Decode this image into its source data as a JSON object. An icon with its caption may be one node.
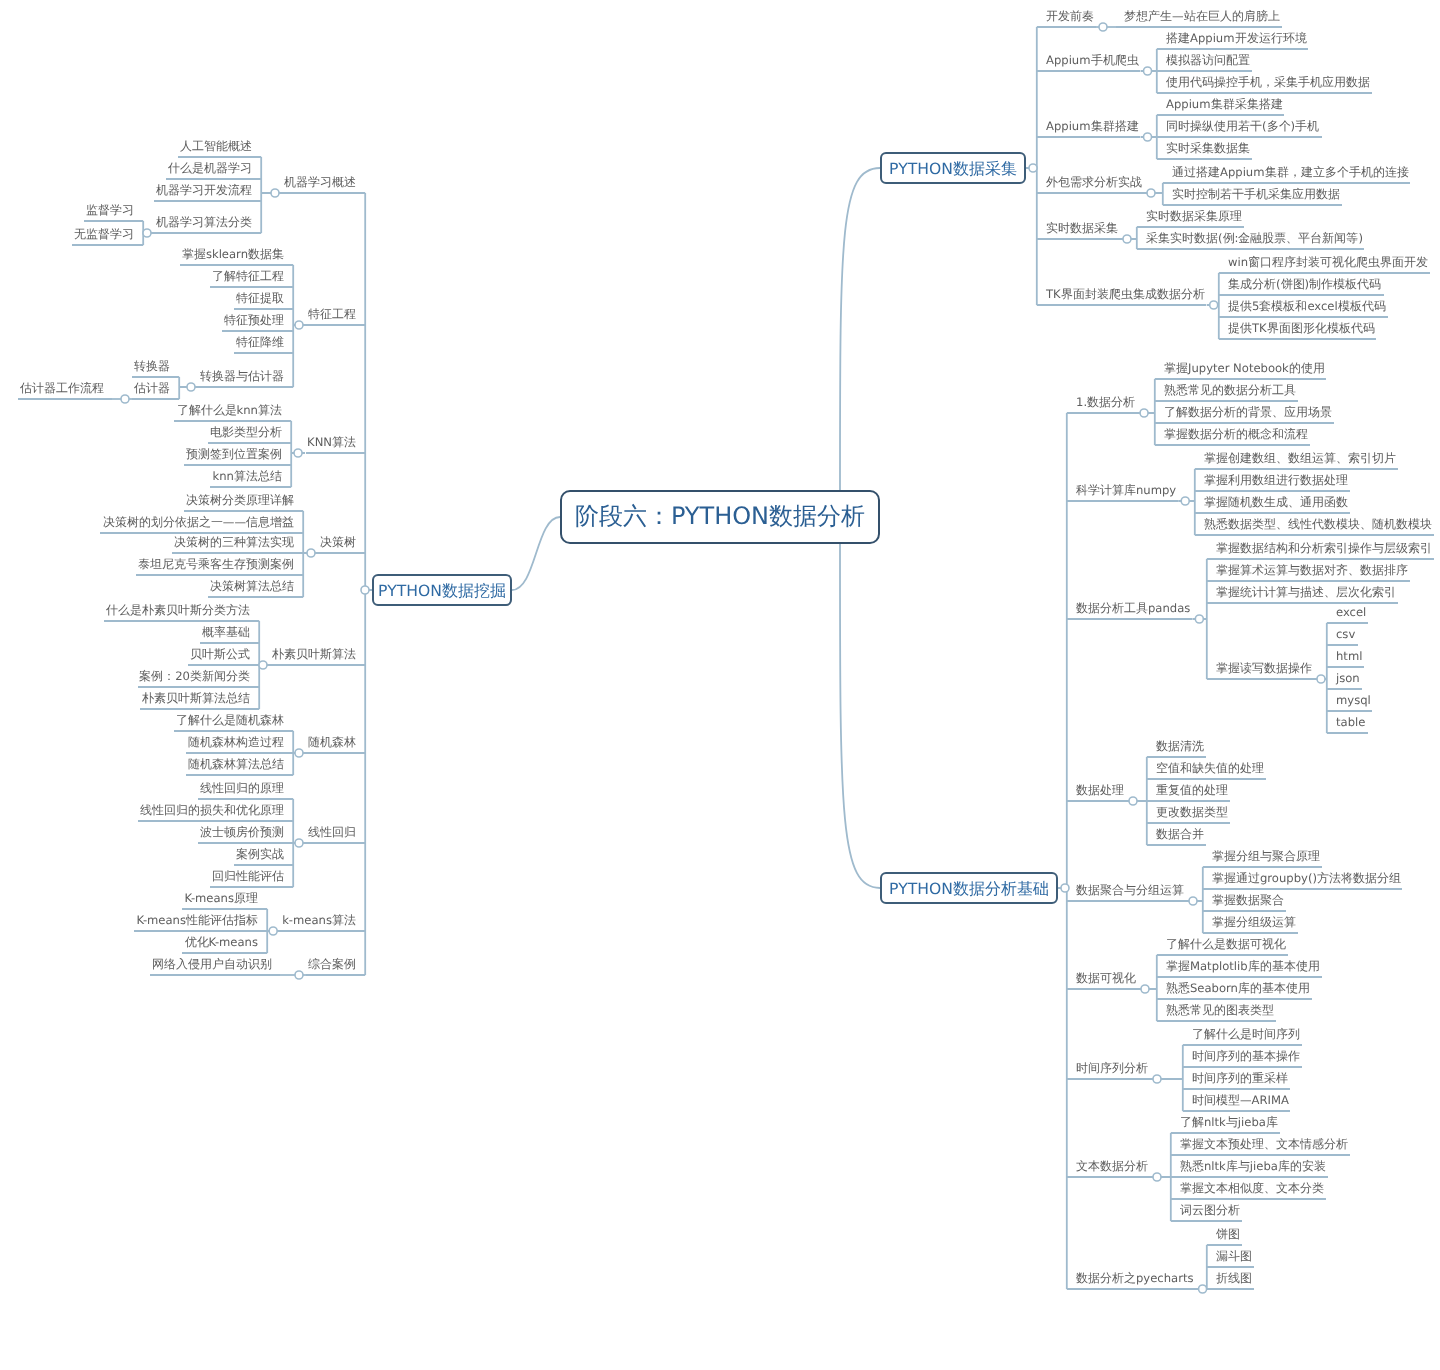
{
  "diagram": {
    "nodes": [
      {
        "text": [
          "阶段六：PYTHON数据分析"
        ]
      },
      {
        "text": [
          "PYTHON数据采集"
        ]
      },
      {
        "text": [
          "开发前奏"
        ]
      },
      {
        "text": [
          "梦想产生—站在巨人的肩膀上"
        ]
      },
      {
        "text": [
          "Appium手机爬虫"
        ]
      },
      {
        "text": [
          "搭建Appium开发运行环境"
        ]
      },
      {
        "text": [
          "模拟器访问配置"
        ]
      },
      {
        "text": [
          "使用代码操控手机，采集手机应用数据"
        ]
      },
      {
        "text": [
          "Appium集群搭建"
        ]
      },
      {
        "text": [
          "Appium集群采集搭建"
        ]
      },
      {
        "text": [
          "同时操纵使用若干(多个)手机"
        ]
      },
      {
        "text": [
          "实时采集数据集"
        ]
      },
      {
        "text": [
          "外包需求分析实战"
        ]
      },
      {
        "text": [
          "通过搭建Appium集群，建立多个手机的连接"
        ]
      },
      {
        "text": [
          "实时控制若干手机采集应用数据"
        ]
      },
      {
        "text": [
          "实时数据采集"
        ]
      },
      {
        "text": [
          "实时数据采集原理"
        ]
      },
      {
        "text": [
          "采集实时数据(例:金融股票、平台新闻等)"
        ]
      },
      {
        "text": [
          "TK界面封装爬虫集成数据分析"
        ]
      },
      {
        "text": [
          "win窗口程序封装可视化爬虫界面开发"
        ]
      },
      {
        "text": [
          "集成分析(饼图)制作模板代码"
        ]
      },
      {
        "text": [
          "提供5套模板和excel模板代码"
        ]
      },
      {
        "text": [
          "提供TK界面图形化模板代码"
        ]
      },
      {
        "text": [
          "PYTHON数据分析基础"
        ]
      },
      {
        "text": [
          "1.数据分析"
        ]
      },
      {
        "text": [
          "掌握Jupyter Notebook的使用"
        ]
      },
      {
        "text": [
          "熟悉常见的数据分析工具"
        ]
      },
      {
        "text": [
          "了解数据分析的背景、应用场景"
        ]
      },
      {
        "text": [
          "掌握数据分析的概念和流程"
        ]
      },
      {
        "text": [
          "科学计算库numpy"
        ]
      },
      {
        "text": [
          "掌握创建数组、数组运算、索引切片"
        ]
      },
      {
        "text": [
          "掌握利用数组进行数据处理"
        ]
      },
      {
        "text": [
          "掌握随机数生成、通用函数"
        ]
      },
      {
        "text": [
          "熟悉数据类型、线性代数模块、随机数模块"
        ]
      },
      {
        "text": [
          "数据分析工具pandas"
        ]
      },
      {
        "text": [
          "掌握数据结构和分析索引操作与层级索引"
        ]
      },
      {
        "text": [
          "掌握算术运算与数据对齐、数据排序"
        ]
      },
      {
        "text": [
          "掌握统计计算与描述、层次化索引"
        ]
      },
      {
        "text": [
          "掌握读写数据操作"
        ]
      },
      {
        "text": [
          "excel"
        ]
      },
      {
        "text": [
          "csv"
        ]
      },
      {
        "text": [
          "html"
        ]
      },
      {
        "text": [
          "json"
        ]
      },
      {
        "text": [
          "mysql"
        ]
      },
      {
        "text": [
          "table"
        ]
      },
      {
        "text": [
          "数据处理"
        ]
      },
      {
        "text": [
          "数据清洗"
        ]
      },
      {
        "text": [
          "空值和缺失值的处理"
        ]
      },
      {
        "text": [
          "重复值的处理"
        ]
      },
      {
        "text": [
          "更改数据类型"
        ]
      },
      {
        "text": [
          "数据合并"
        ]
      },
      {
        "text": [
          "数据聚合与分组运算"
        ]
      },
      {
        "text": [
          "掌握分组与聚合原理"
        ]
      },
      {
        "text": [
          "掌握通过groupby()方法将数据分组"
        ]
      },
      {
        "text": [
          "掌握数据聚合"
        ]
      },
      {
        "text": [
          "掌握分组级运算"
        ]
      },
      {
        "text": [
          "数据可视化"
        ]
      },
      {
        "text": [
          "了解什么是数据可视化"
        ]
      },
      {
        "text": [
          "掌握Matplotlib库的基本使用"
        ]
      },
      {
        "text": [
          "熟悉Seaborn库的基本使用"
        ]
      },
      {
        "text": [
          "熟悉常见的图表类型"
        ]
      },
      {
        "text": [
          "时间序列分析"
        ]
      },
      {
        "text": [
          "了解什么是时间序列"
        ]
      },
      {
        "text": [
          "时间序列的基本操作"
        ]
      },
      {
        "text": [
          "时间序列的重采样"
        ]
      },
      {
        "text": [
          "时间模型—ARIMA"
        ]
      },
      {
        "text": [
          "文本数据分析"
        ]
      },
      {
        "text": [
          "了解nltk与jieba库"
        ]
      },
      {
        "text": [
          "掌握文本预处理、文本情感分析"
        ]
      },
      {
        "text": [
          "熟悉nltk库与jieba库的安装"
        ]
      },
      {
        "text": [
          "掌握文本相似度、文本分类"
        ]
      },
      {
        "text": [
          "词云图分析"
        ]
      },
      {
        "text": [
          "数据分析之pyecharts"
        ]
      },
      {
        "text": [
          "饼图"
        ]
      },
      {
        "text": [
          "漏斗图"
        ]
      },
      {
        "text": [
          "折线图"
        ]
      },
      {
        "text": [
          "PYTHON数据挖掘"
        ]
      },
      {
        "text": [
          "机器学习概述"
        ]
      },
      {
        "text": [
          "人工智能概述"
        ]
      },
      {
        "text": [
          "什么是机器学习"
        ]
      },
      {
        "text": [
          "机器学习开发流程"
        ]
      },
      {
        "text": [
          "机器学习算法分类"
        ]
      },
      {
        "text": [
          "监督学习"
        ]
      },
      {
        "text": [
          "无监督学习"
        ]
      },
      {
        "text": [
          "特征工程"
        ]
      },
      {
        "text": [
          "掌握sklearn数据集"
        ]
      },
      {
        "text": [
          "了解特征工程"
        ]
      },
      {
        "text": [
          "特征提取"
        ]
      },
      {
        "text": [
          "特征预处理"
        ]
      },
      {
        "text": [
          "特征降维"
        ]
      },
      {
        "text": [
          "转换器与估计器"
        ]
      },
      {
        "text": [
          "转换器"
        ]
      },
      {
        "text": [
          "估计器"
        ]
      },
      {
        "text": [
          "估计器工作流程"
        ]
      },
      {
        "text": [
          "KNN算法"
        ]
      },
      {
        "text": [
          "了解什么是knn算法"
        ]
      },
      {
        "text": [
          "电影类型分析"
        ]
      },
      {
        "text": [
          "预测签到位置案例"
        ]
      },
      {
        "text": [
          "knn算法总结"
        ]
      },
      {
        "text": [
          "决策树"
        ]
      },
      {
        "text": [
          "决策树分类原理详解"
        ]
      },
      {
        "text": [
          "决策树的划分依据之一——信息增益"
        ]
      },
      {
        "text": [
          "决策树的三种算法实现"
        ]
      },
      {
        "text": [
          "泰坦尼克号乘客生存预测案例"
        ]
      },
      {
        "text": [
          "决策树算法总结"
        ]
      },
      {
        "text": [
          "朴素贝叶斯算法"
        ]
      },
      {
        "text": [
          "什么是朴素贝叶斯分类方法"
        ]
      },
      {
        "text": [
          "概率基础"
        ]
      },
      {
        "text": [
          "贝叶斯公式"
        ]
      },
      {
        "text": [
          "案例：20类新闻分类"
        ]
      },
      {
        "text": [
          "朴素贝叶斯算法总结"
        ]
      },
      {
        "text": [
          "随机森林"
        ]
      },
      {
        "text": [
          "了解什么是随机森林"
        ]
      },
      {
        "text": [
          "随机森林构造过程"
        ]
      },
      {
        "text": [
          "随机森林算法总结"
        ]
      },
      {
        "text": [
          "线性回归"
        ]
      },
      {
        "text": [
          "线性回归的原理"
        ]
      },
      {
        "text": [
          "线性回归的损失和优化原理"
        ]
      },
      {
        "text": [
          "波士顿房价预测"
        ]
      },
      {
        "text": [
          "案例实战"
        ]
      },
      {
        "text": [
          "回归性能评估"
        ]
      },
      {
        "text": [
          "k-means算法"
        ]
      },
      {
        "text": [
          "K-means原理"
        ]
      },
      {
        "text": [
          "K-means性能评估指标"
        ]
      },
      {
        "text": [
          "优化K-means"
        ]
      },
      {
        "text": [
          "综合案例"
        ]
      },
      {
        "text": [
          "网络入侵用户自动识别"
        ]
      }
    ],
    "edges": [
      {
        "from": 0,
        "to": 1,
        "arrow": "none"
      },
      {
        "from": 1,
        "to": 2,
        "arrow": "other"
      },
      {
        "from": 2,
        "to": 3,
        "arrow": "other"
      },
      {
        "from": 1,
        "to": 4,
        "arrow": "other"
      },
      {
        "from": 4,
        "to": 5,
        "arrow": "other"
      },
      {
        "from": 4,
        "to": 6,
        "arrow": "other"
      },
      {
        "from": 4,
        "to": 7,
        "arrow": "other"
      },
      {
        "from": 1,
        "to": 8,
        "arrow": "other"
      },
      {
        "from": 8,
        "to": 9,
        "arrow": "other"
      },
      {
        "from": 8,
        "to": 10,
        "arrow": "other"
      },
      {
        "from": 8,
        "to": 11,
        "arrow": "other"
      },
      {
        "from": 1,
        "to": 12,
        "arrow": "other"
      },
      {
        "from": 12,
        "to": 13,
        "arrow": "other"
      },
      {
        "from": 12,
        "to": 14,
        "arrow": "other"
      },
      {
        "from": 1,
        "to": 15,
        "arrow": "other"
      },
      {
        "from": 15,
        "to": 16,
        "arrow": "other"
      },
      {
        "from": 15,
        "to": 17,
        "arrow": "other"
      },
      {
        "from": 1,
        "to": 18,
        "arrow": "other"
      },
      {
        "from": 18,
        "to": 19,
        "arrow": "other"
      },
      {
        "from": 18,
        "to": 20,
        "arrow": "other"
      },
      {
        "from": 18,
        "to": 21,
        "arrow": "other"
      },
      {
        "from": 18,
        "to": 22,
        "arrow": "other"
      },
      {
        "from": 0,
        "to": 23,
        "arrow": "none"
      },
      {
        "from": 23,
        "to": 24,
        "arrow": "other"
      },
      {
        "from": 24,
        "to": 25,
        "arrow": "other"
      },
      {
        "from": 24,
        "to": 26,
        "arrow": "other"
      },
      {
        "from": 24,
        "to": 27,
        "arrow": "other"
      },
      {
        "from": 24,
        "to": 28,
        "arrow": "other"
      },
      {
        "from": 23,
        "to": 29,
        "arrow": "other"
      },
      {
        "from": 29,
        "to": 30,
        "arrow": "other"
      },
      {
        "from": 29,
        "to": 31,
        "arrow": "other"
      },
      {
        "from": 29,
        "to": 32,
        "arrow": "other"
      },
      {
        "from": 29,
        "to": 33,
        "arrow": "other"
      },
      {
        "from": 23,
        "to": 34,
        "arrow": "other"
      },
      {
        "from": 34,
        "to": 35,
        "arrow": "other"
      },
      {
        "from": 34,
        "to": 36,
        "arrow": "other"
      },
      {
        "from": 34,
        "to": 37,
        "arrow": "other"
      },
      {
        "from": 34,
        "to": 38,
        "arrow": "other"
      },
      {
        "from": 38,
        "to": 39,
        "arrow": "other"
      },
      {
        "from": 38,
        "to": 40,
        "arrow": "other"
      },
      {
        "from": 38,
        "to": 41,
        "arrow": "other"
      },
      {
        "from": 38,
        "to": 42,
        "arrow": "other"
      },
      {
        "from": 38,
        "to": 43,
        "arrow": "other"
      },
      {
        "from": 38,
        "to": 44,
        "arrow": "other"
      },
      {
        "from": 23,
        "to": 45,
        "arrow": "other"
      },
      {
        "from": 45,
        "to": 46,
        "arrow": "other"
      },
      {
        "from": 45,
        "to": 47,
        "arrow": "other"
      },
      {
        "from": 45,
        "to": 48,
        "arrow": "other"
      },
      {
        "from": 45,
        "to": 49,
        "arrow": "other"
      },
      {
        "from": 45,
        "to": 50,
        "arrow": "other"
      },
      {
        "from": 23,
        "to": 51,
        "arrow": "other"
      },
      {
        "from": 51,
        "to": 52,
        "arrow": "other"
      },
      {
        "from": 51,
        "to": 53,
        "arrow": "other"
      },
      {
        "from": 51,
        "to": 54,
        "arrow": "other"
      },
      {
        "from": 51,
        "to": 55,
        "arrow": "other"
      },
      {
        "from": 23,
        "to": 56,
        "arrow": "other"
      },
      {
        "from": 56,
        "to": 57,
        "arrow": "other"
      },
      {
        "from": 56,
        "to": 58,
        "arrow": "other"
      },
      {
        "from": 56,
        "to": 59,
        "arrow": "other"
      },
      {
        "from": 56,
        "to": 60,
        "arrow": "other"
      },
      {
        "from": 23,
        "to": 61,
        "arrow": "other"
      },
      {
        "from": 61,
        "to": 62,
        "arrow": "other"
      },
      {
        "from": 61,
        "to": 63,
        "arrow": "other"
      },
      {
        "from": 61,
        "to": 64,
        "arrow": "other"
      },
      {
        "from": 61,
        "to": 65,
        "arrow": "other"
      },
      {
        "from": 23,
        "to": 66,
        "arrow": "other"
      },
      {
        "from": 66,
        "to": 67,
        "arrow": "other"
      },
      {
        "from": 66,
        "to": 68,
        "arrow": "other"
      },
      {
        "from": 66,
        "to": 69,
        "arrow": "other"
      },
      {
        "from": 66,
        "to": 70,
        "arrow": "other"
      },
      {
        "from": 66,
        "to": 71,
        "arrow": "other"
      },
      {
        "from": 23,
        "to": 72,
        "arrow": "other"
      },
      {
        "from": 72,
        "to": 73,
        "arrow": "other"
      },
      {
        "from": 72,
        "to": 74,
        "arrow": "other"
      },
      {
        "from": 72,
        "to": 75,
        "arrow": "other"
      },
      {
        "from": 0,
        "to": 76,
        "arrow": "none"
      },
      {
        "from": 76,
        "to": 77,
        "arrow": "other"
      },
      {
        "from": 77,
        "to": 78,
        "arrow": "other"
      },
      {
        "from": 77,
        "to": 79,
        "arrow": "other"
      },
      {
        "from": 77,
        "to": 80,
        "arrow": "other"
      },
      {
        "from": 77,
        "to": 81,
        "arrow": "other"
      },
      {
        "from": 81,
        "to": 82,
        "arrow": "other"
      },
      {
        "from": 81,
        "to": 83,
        "arrow": "other"
      },
      {
        "from": 76,
        "to": 84,
        "arrow": "other"
      },
      {
        "from": 84,
        "to": 85,
        "arrow": "other"
      },
      {
        "from": 84,
        "to": 86,
        "arrow": "other"
      },
      {
        "from": 84,
        "to": 87,
        "arrow": "other"
      },
      {
        "from": 84,
        "to": 88,
        "arrow": "other"
      },
      {
        "from": 84,
        "to": 89,
        "arrow": "other"
      },
      {
        "from": 84,
        "to": 90,
        "arrow": "other"
      },
      {
        "from": 90,
        "to": 91,
        "arrow": "other"
      },
      {
        "from": 90,
        "to": 92,
        "arrow": "other"
      },
      {
        "from": 92,
        "to": 93,
        "arrow": "other"
      },
      {
        "from": 76,
        "to": 94,
        "arrow": "other"
      },
      {
        "from": 94,
        "to": 95,
        "arrow": "other"
      },
      {
        "from": 94,
        "to": 96,
        "arrow": "other"
      },
      {
        "from": 94,
        "to": 97,
        "arrow": "other"
      },
      {
        "from": 94,
        "to": 98,
        "arrow": "other"
      },
      {
        "from": 76,
        "to": 99,
        "arrow": "other"
      },
      {
        "from": 99,
        "to": 100,
        "arrow": "other"
      },
      {
        "from": 99,
        "to": 101,
        "arrow": "other"
      },
      {
        "from": 99,
        "to": 102,
        "arrow": "other"
      },
      {
        "from": 99,
        "to": 103,
        "arrow": "other"
      },
      {
        "from": 99,
        "to": 104,
        "arrow": "other"
      },
      {
        "from": 76,
        "to": 105,
        "arrow": "other"
      },
      {
        "from": 105,
        "to": 106,
        "arrow": "other"
      },
      {
        "from": 105,
        "to": 107,
        "arrow": "other"
      },
      {
        "from": 105,
        "to": 108,
        "arrow": "other"
      },
      {
        "from": 105,
        "to": 109,
        "arrow": "other"
      },
      {
        "from": 105,
        "to": 110,
        "arrow": "other"
      },
      {
        "from": 76,
        "to": 111,
        "arrow": "other"
      },
      {
        "from": 111,
        "to": 112,
        "arrow": "other"
      },
      {
        "from": 111,
        "to": 113,
        "arrow": "other"
      },
      {
        "from": 111,
        "to": 114,
        "arrow": "other"
      },
      {
        "from": 76,
        "to": 115,
        "arrow": "other"
      },
      {
        "from": 115,
        "to": 116,
        "arrow": "other"
      },
      {
        "from": 115,
        "to": 117,
        "arrow": "other"
      },
      {
        "from": 115,
        "to": 118,
        "arrow": "other"
      },
      {
        "from": 115,
        "to": 119,
        "arrow": "other"
      },
      {
        "from": 115,
        "to": 120,
        "arrow": "other"
      },
      {
        "from": 76,
        "to": 121,
        "arrow": "other"
      },
      {
        "from": 121,
        "to": 122,
        "arrow": "other"
      },
      {
        "from": 121,
        "to": 123,
        "arrow": "other"
      },
      {
        "from": 121,
        "to": 124,
        "arrow": "other"
      },
      {
        "from": 76,
        "to": 125,
        "arrow": "other"
      },
      {
        "from": 125,
        "to": 126,
        "arrow": "other"
      }
    ]
  }
}
